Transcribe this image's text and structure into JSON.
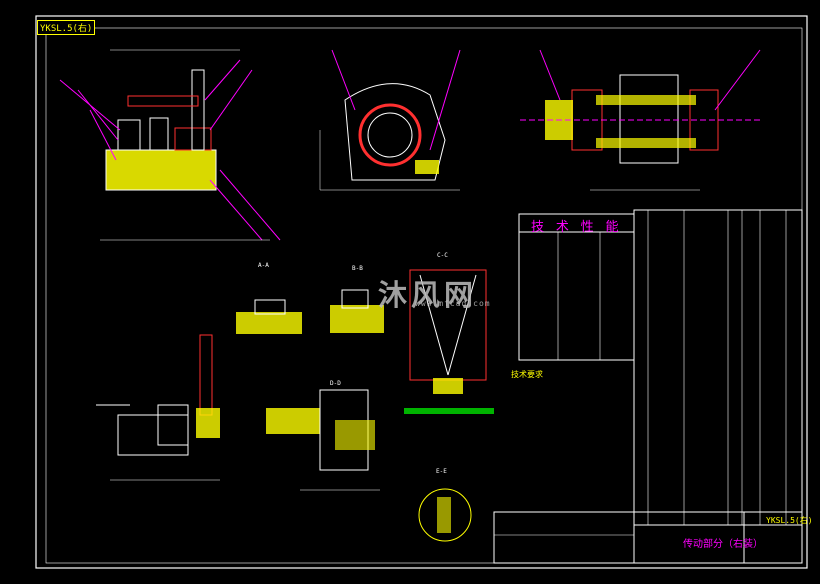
{
  "drawing": {
    "tag": "YKSL.5(右)",
    "tech_table_title": "技 术 性 能",
    "tech_notes_title": "技术要求",
    "title_block": "传动部分（右装）",
    "sheet_code": "YKSL.5(右)",
    "watermark": "沐风网",
    "watermark_url": "www.mfcad.com",
    "section_labels": [
      "A-A",
      "B-B",
      "C-C",
      "D-D",
      "E-E"
    ]
  },
  "colors": {
    "background": "#000000",
    "frame": "#ffffff",
    "magenta": "#ff00ff",
    "yellow": "#ffff00",
    "green": "#00ff00",
    "red": "#ff3030",
    "cyan": "#00ffff",
    "white": "#ffffff"
  }
}
